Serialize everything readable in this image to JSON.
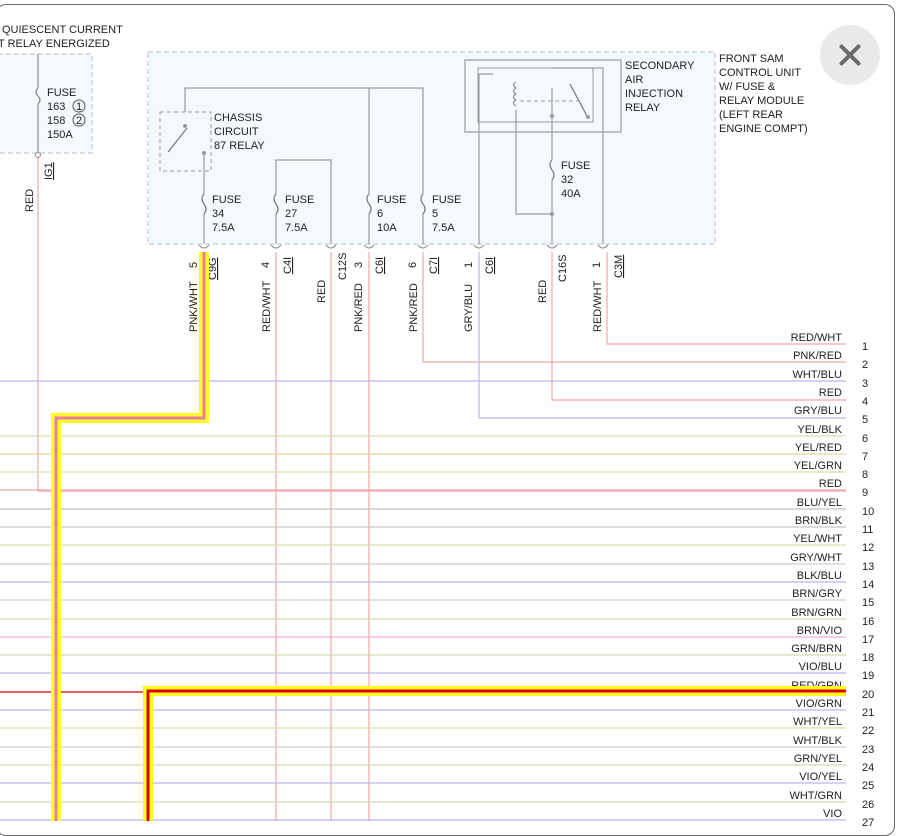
{
  "header": {
    "title_line1": "QUIESCENT CURRENT",
    "title_line2": "T RELAY ENERGIZED"
  },
  "close_icon": "close-icon",
  "left_fuse": {
    "label": "FUSE",
    "n1": "163",
    "n2": "158",
    "amp": "150A",
    "marker1": "1",
    "marker2": "2",
    "connector": "IG1",
    "wire_color": "RED"
  },
  "module": {
    "title_lines": [
      "FRONT SAM",
      "CONTROL UNIT",
      "W/ FUSE &",
      "RELAY MODULE",
      "(LEFT REAR",
      "ENGINE COMPT)"
    ]
  },
  "chassis_relay": {
    "lines": [
      "CHASSIS",
      "CIRCUIT",
      "87 RELAY"
    ]
  },
  "secondary_relay": {
    "lines": [
      "SECONDARY",
      "AIR",
      "INJECTION",
      "RELAY"
    ]
  },
  "fuses": [
    {
      "lines": [
        "FUSE",
        "34",
        "7.5A"
      ]
    },
    {
      "lines": [
        "FUSE",
        "27",
        "7.5A"
      ]
    },
    {
      "lines": [
        "FUSE",
        "6",
        "10A"
      ]
    },
    {
      "lines": [
        "FUSE",
        "5",
        "7.5A"
      ]
    },
    {
      "lines": [
        "FUSE",
        "32",
        "40A"
      ]
    }
  ],
  "pins": [
    {
      "pin": "5",
      "connector": "C9G",
      "wire": "PNK/WHT"
    },
    {
      "pin": "4",
      "connector": "C4I",
      "wire": "RED/WHT"
    },
    {
      "pin": "",
      "connector": "",
      "wire": "RED"
    },
    {
      "pin": "3",
      "connector": "C12S",
      "wire": "PNK/RED"
    },
    {
      "pin": "",
      "connector": "C6I",
      "wire": ""
    },
    {
      "pin": "6",
      "connector": "C7I",
      "wire": "PNK/RED"
    },
    {
      "pin": "1",
      "connector": "C6I",
      "wire": "GRY/BLU"
    },
    {
      "pin": "",
      "connector": "C16S",
      "wire": "RED"
    },
    {
      "pin": "1",
      "connector": "C3M",
      "wire": "RED/WHT"
    }
  ],
  "bus_lines": [
    {
      "n": "1",
      "label": "RED/WHT",
      "color": "#f4a6a6"
    },
    {
      "n": "2",
      "label": "PNK/RED",
      "color": "#f4a6a6"
    },
    {
      "n": "3",
      "label": "WHT/BLU",
      "color": "#b9b7ee"
    },
    {
      "n": "4",
      "label": "RED",
      "color": "#f4a6a6"
    },
    {
      "n": "5",
      "label": "GRY/BLU",
      "color": "#b9b7ee"
    },
    {
      "n": "6",
      "label": "YEL/BLK",
      "color": "#dedeaa"
    },
    {
      "n": "7",
      "label": "YEL/RED",
      "color": "#f2cfa0"
    },
    {
      "n": "8",
      "label": "YEL/GRN",
      "color": "#dedeaa"
    },
    {
      "n": "9",
      "label": "RED",
      "color": "#f4a6a6"
    },
    {
      "n": "10",
      "label": "BLU/YEL",
      "color": "#c2c2c2"
    },
    {
      "n": "11",
      "label": "BRN/BLK",
      "color": "#c8c8c8"
    },
    {
      "n": "12",
      "label": "YEL/WHT",
      "color": "#dedeaa"
    },
    {
      "n": "13",
      "label": "GRY/WHT",
      "color": "#cfcfcf"
    },
    {
      "n": "14",
      "label": "BLK/BLU",
      "color": "#b9b7ee"
    },
    {
      "n": "15",
      "label": "BRN/GRY",
      "color": "#d2d2d2"
    },
    {
      "n": "16",
      "label": "BRN/GRN",
      "color": "#c9dcb0"
    },
    {
      "n": "17",
      "label": "BRN/VIO",
      "color": "#f2b0d8"
    },
    {
      "n": "18",
      "label": "GRN/BRN",
      "color": "#c9dcb0"
    },
    {
      "n": "19",
      "label": "VIO/BLU",
      "color": "#b9b7ee"
    },
    {
      "n": "20",
      "label": "RED/GRN",
      "color": "#e00000"
    },
    {
      "n": "21",
      "label": "VIO/GRN",
      "color": "#b9b7ee"
    },
    {
      "n": "22",
      "label": "WHT/YEL",
      "color": "#dedeaa"
    },
    {
      "n": "23",
      "label": "WHT/BLK",
      "color": "#cfcfcf"
    },
    {
      "n": "24",
      "label": "GRN/YEL",
      "color": "#c9dcb0"
    },
    {
      "n": "25",
      "label": "VIO/YEL",
      "color": "#b9b7ee"
    },
    {
      "n": "26",
      "label": "WHT/GRN",
      "color": "#c9dcb0"
    },
    {
      "n": "27",
      "label": "VIO",
      "color": "#b9b7ee"
    }
  ],
  "colors": {
    "highlight": "#ffff22",
    "highlight_core_pnk": "#e87ca2",
    "highlight_core_red": "#e00000",
    "wire_red": "#f4a6a6",
    "wire_blue": "#b9b7ee",
    "module_fill": "#f3f9fc",
    "module_border": "#b9bec4"
  }
}
